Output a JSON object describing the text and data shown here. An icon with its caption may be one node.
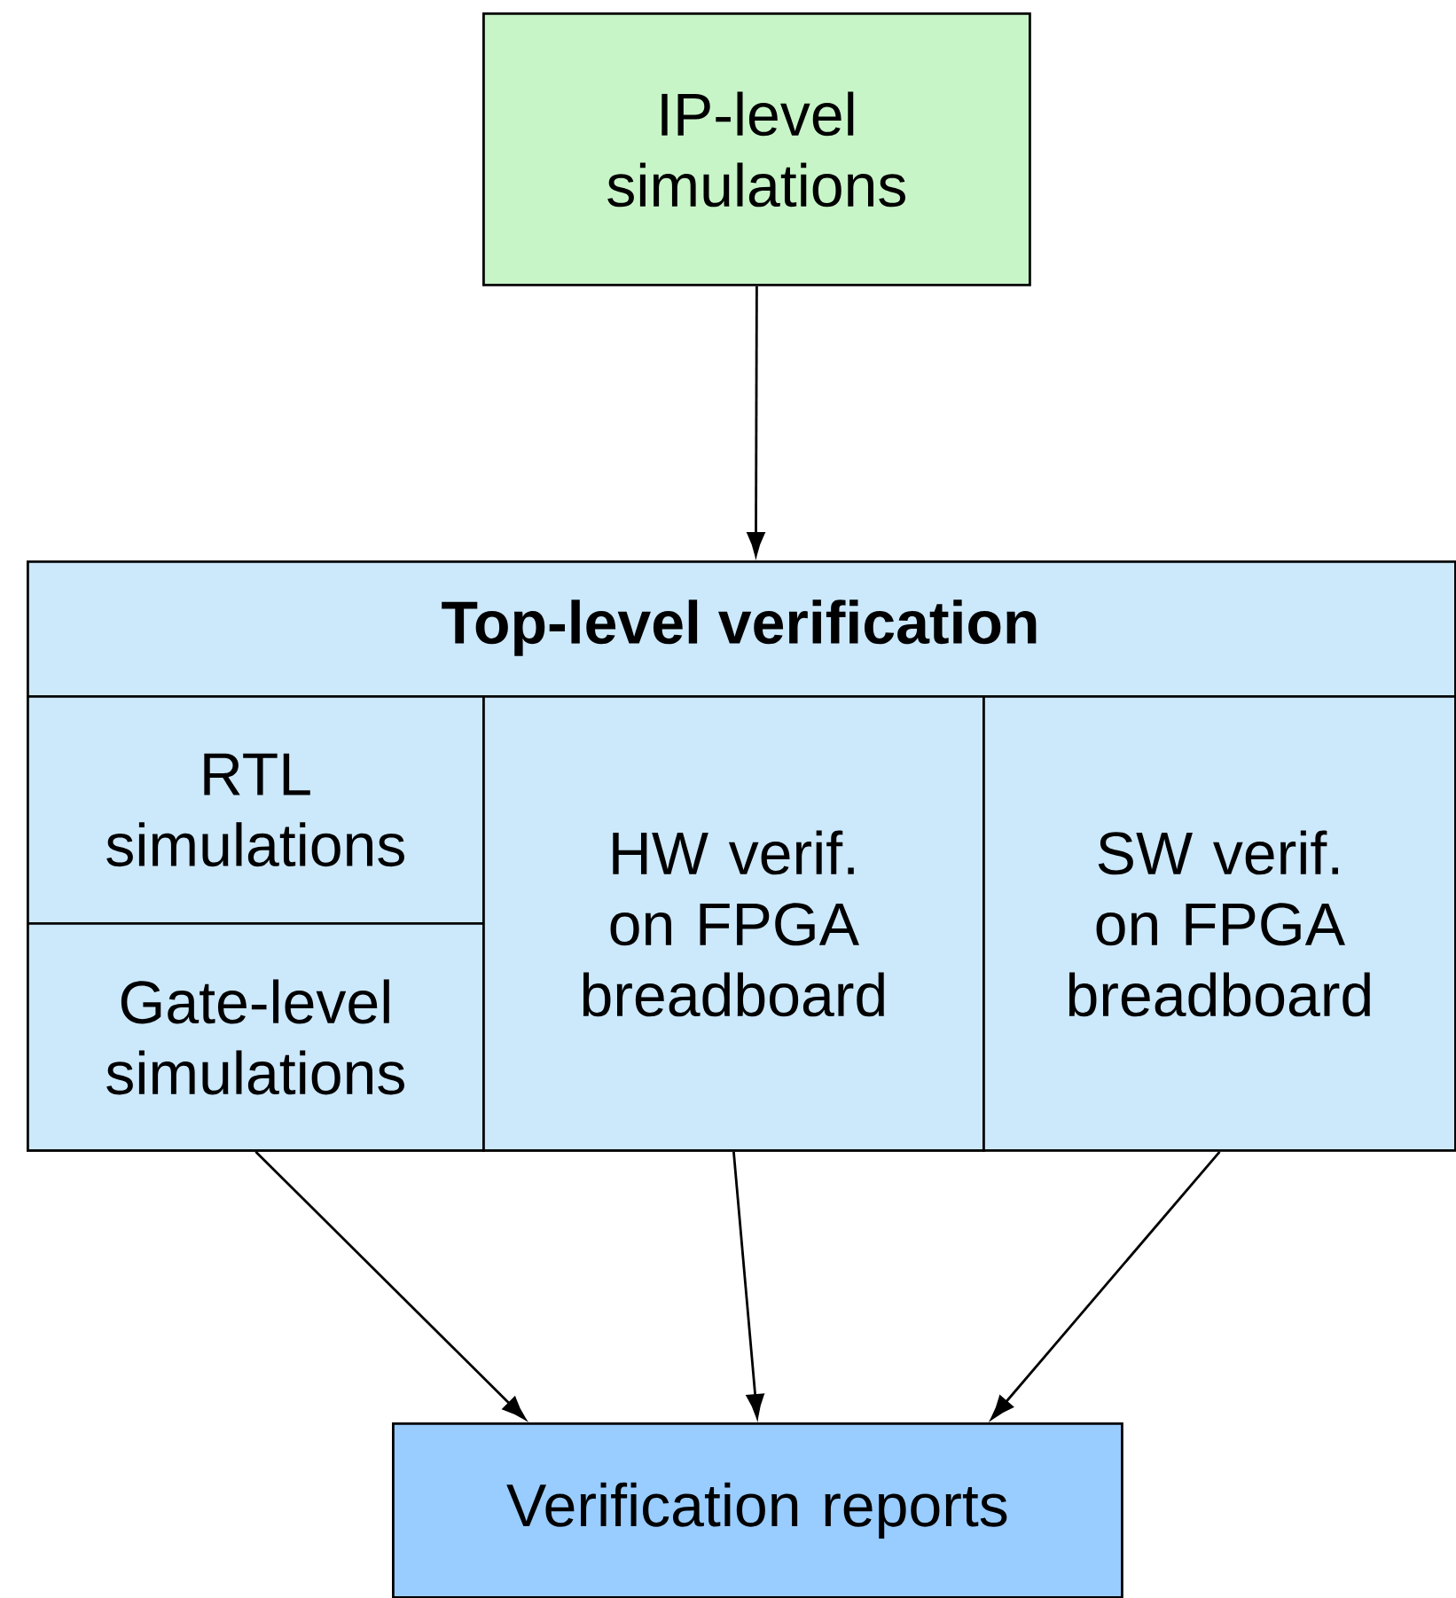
{
  "diagram": {
    "nodes": [
      {
        "text": [
          "IP-level simulations"
        ]
      },
      {
        "text": [
          "Top-level verification"
        ]
      },
      {
        "text": [
          "RTL simulations"
        ],
        "in": 1
      },
      {
        "text": [
          "Gate-level simulations"
        ],
        "in": 1
      },
      {
        "text": [
          "HW verif. on FPGA breadboard"
        ],
        "in": 1
      },
      {
        "text": [
          "SW verif. on FPGA breadboard"
        ],
        "in": 1
      },
      {
        "text": [
          "Verification reports"
        ]
      }
    ],
    "edges": [
      {
        "from": 0,
        "to": 1,
        "arrow": "to"
      },
      {
        "from": 3,
        "to": 6,
        "arrow": "to"
      },
      {
        "from": 4,
        "to": 6,
        "arrow": "to"
      },
      {
        "from": 5,
        "to": 6,
        "arrow": "to"
      }
    ]
  }
}
